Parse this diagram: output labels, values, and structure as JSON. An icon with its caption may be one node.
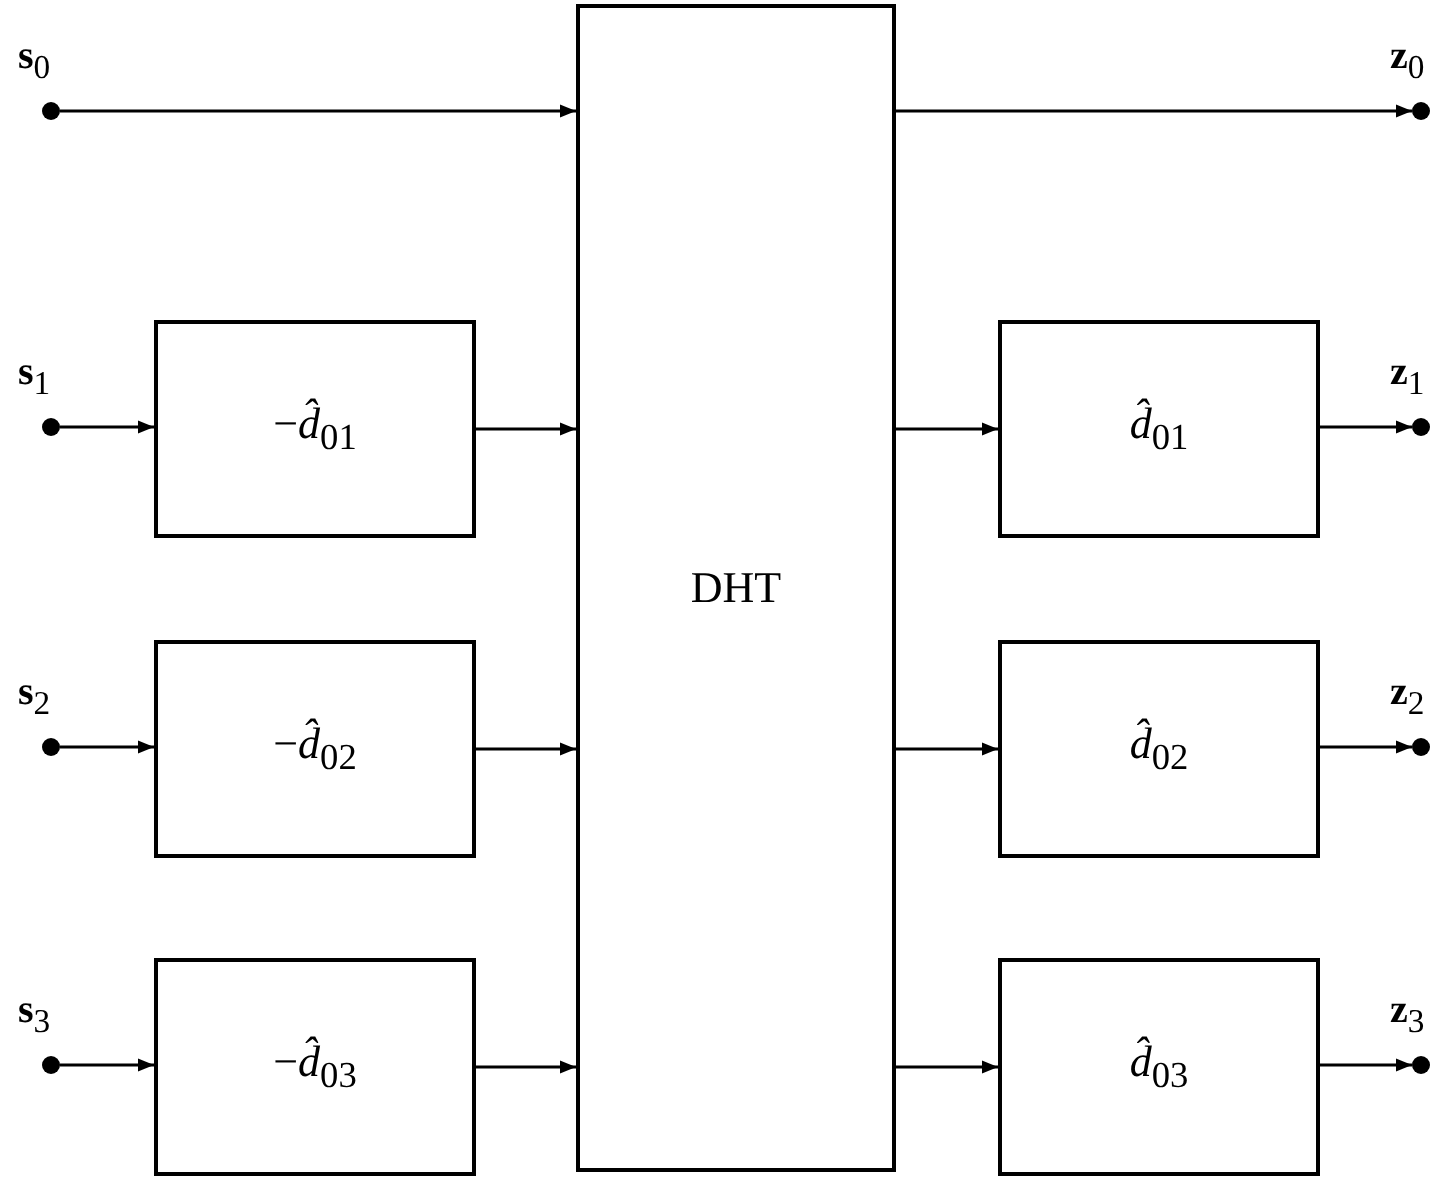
{
  "diagram": {
    "nodes": [
      {
        "text": [],
        "shape": "circle",
        "beside": [
          "**s**$_{0}$"
        ]
      },
      {
        "text": [],
        "shape": "circle",
        "beside": [
          "**s**$_{1}$"
        ]
      },
      {
        "text": [],
        "shape": "circle",
        "beside": [
          "**s**$_{2}$"
        ]
      },
      {
        "text": [],
        "shape": "circle",
        "beside": [
          "**s**$_{3}$"
        ]
      },
      {
        "text": [
          "−*d̂*$_{01}$"
        ]
      },
      {
        "text": [
          "−*d̂*$_{02}$"
        ]
      },
      {
        "text": [
          "−*d̂*$_{03}$"
        ]
      },
      {
        "text": [
          "DHT"
        ]
      },
      {
        "text": [
          "*d̂*$_{01}$"
        ]
      },
      {
        "text": [
          "*d̂*$_{02}$"
        ]
      },
      {
        "text": [
          "*d̂*$_{03}$"
        ]
      },
      {
        "text": [],
        "shape": "circle",
        "beside": [
          "**z**$_{0}$"
        ]
      },
      {
        "text": [],
        "shape": "circle",
        "beside": [
          "**z**$_{1}$"
        ]
      },
      {
        "text": [],
        "shape": "circle",
        "beside": [
          "**z**$_{2}$"
        ]
      },
      {
        "text": [],
        "shape": "circle",
        "beside": [
          "**z**$_{3}$"
        ]
      }
    ],
    "edges": [
      {
        "from": 0,
        "to": 7,
        "arrow": "to"
      },
      {
        "from": 1,
        "to": 4,
        "arrow": "to"
      },
      {
        "from": 4,
        "to": 7,
        "arrow": "to"
      },
      {
        "from": 2,
        "to": 5,
        "arrow": "to"
      },
      {
        "from": 5,
        "to": 7,
        "arrow": "to"
      },
      {
        "from": 3,
        "to": 6,
        "arrow": "to"
      },
      {
        "from": 6,
        "to": 7,
        "arrow": "to"
      },
      {
        "from": 7,
        "to": 11,
        "arrow": "to"
      },
      {
        "from": 7,
        "to": 8,
        "arrow": "to"
      },
      {
        "from": 8,
        "to": 12,
        "arrow": "to"
      },
      {
        "from": 7,
        "to": 9,
        "arrow": "to"
      },
      {
        "from": 9,
        "to": 13,
        "arrow": "to"
      },
      {
        "from": 7,
        "to": 10,
        "arrow": "to"
      },
      {
        "from": 10,
        "to": 14,
        "arrow": "to"
      }
    ]
  }
}
